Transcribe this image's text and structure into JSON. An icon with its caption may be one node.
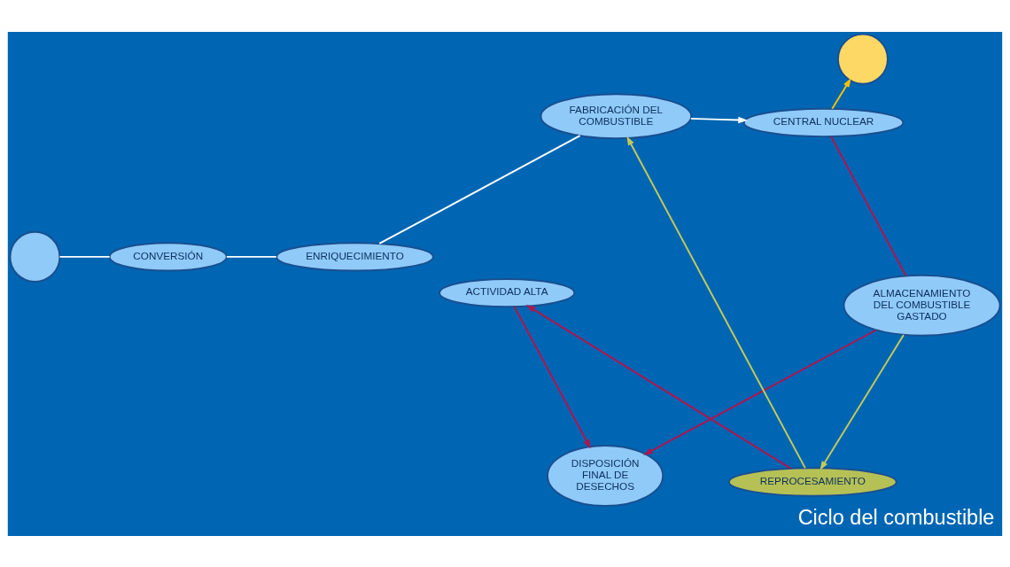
{
  "diagram": {
    "title": "Ciclo del combustible",
    "nodes": [
      {
        "text": [],
        "shape": "circle"
      },
      {
        "text": [
          "CONVERSIÓN"
        ]
      },
      {
        "text": [
          "ENRIQUECIMIENTO"
        ]
      },
      {
        "text": [
          "FABRICACIÓN DEL COMBUSTIBLE"
        ]
      },
      {
        "text": [
          "CENTRAL NUCLEAR"
        ]
      },
      {
        "text": [],
        "shape": "circle"
      },
      {
        "text": [
          "ALMACENAMIENTO DEL COMBUSTIBLE GASTADO"
        ]
      },
      {
        "text": [
          "REPROCESAMIENTO"
        ]
      },
      {
        "text": [
          "ACTIVIDAD ALTA"
        ]
      },
      {
        "text": [
          "DISPOSICIÓN FINAL DE DESECHOS"
        ]
      }
    ],
    "edges": [
      {
        "from": 0,
        "to": 1,
        "arrow": "none"
      },
      {
        "from": 1,
        "to": 2,
        "arrow": "none"
      },
      {
        "from": 2,
        "to": 3,
        "arrow": "none"
      },
      {
        "from": 3,
        "to": 4,
        "arrow": "to"
      },
      {
        "from": 4,
        "to": 5,
        "arrow": "to",
        "color": "#f5c400"
      },
      {
        "from": 4,
        "to": 6,
        "arrow": "none",
        "color": "#b0154f"
      },
      {
        "from": 6,
        "to": 7,
        "arrow": "to",
        "color": "#c3c95a"
      },
      {
        "from": 6,
        "to": 9,
        "arrow": "to",
        "color": "#b0154f"
      },
      {
        "from": 7,
        "to": 3,
        "arrow": "to",
        "color": "#c3c95a"
      },
      {
        "from": 7,
        "to": 8,
        "arrow": "to",
        "color": "#b0154f"
      },
      {
        "from": 8,
        "to": 9,
        "arrow": "to",
        "color": "#b0154f"
      }
    ]
  }
}
